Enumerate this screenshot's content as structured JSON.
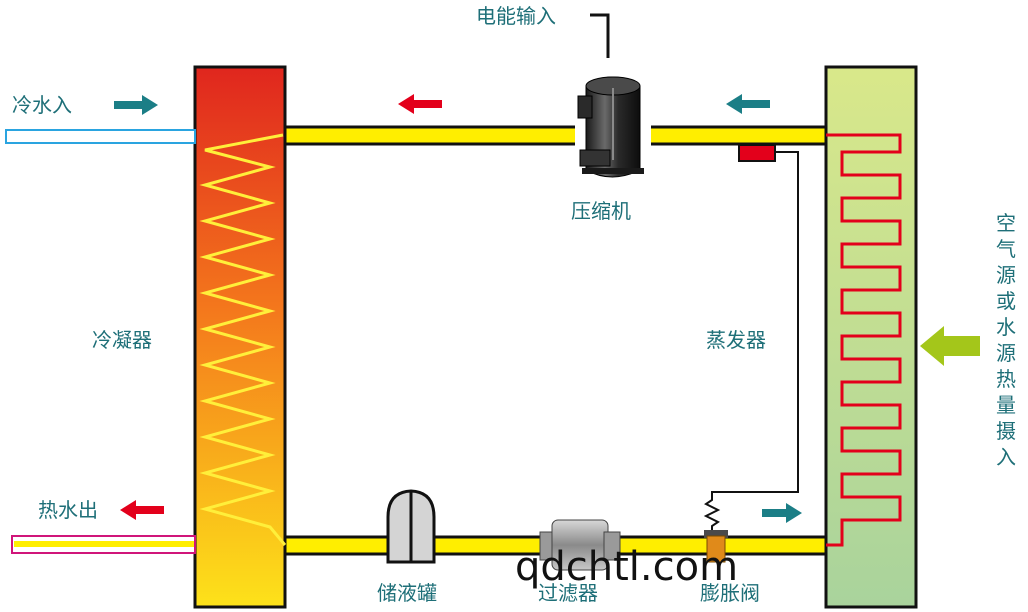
{
  "labels": {
    "power_input": "电能输入",
    "compressor": "压缩机",
    "condenser": "冷凝器",
    "evaporator": "蒸发器",
    "cold_water_in": "冷水入",
    "hot_water_out": "热水出",
    "receiver_tank": "储液罐",
    "filter": "过滤器",
    "expansion_valve": "膨胀阀",
    "heat_source": [
      "空",
      "气",
      "源",
      "或",
      "水",
      "源",
      "热",
      "量",
      "摄",
      "入"
    ]
  },
  "watermark": "qdchtl.com",
  "colors": {
    "pipe_fill": "#ffee00",
    "pipe_edge": "#111111",
    "arrow_teal": "#1b7e86",
    "arrow_red": "#e3001b",
    "arrow_green": "#a4c61a",
    "text": "#1e6f78",
    "coil_red": "#e3001b",
    "coil_yellow": "#ffef3a",
    "cold_pipe": "#2aa4e0",
    "hot_pipe": "#d0157a"
  },
  "icons": [
    "arrow-right-icon",
    "arrow-left-icon",
    "compressor-icon",
    "tank-icon",
    "filter-icon",
    "valve-icon"
  ]
}
